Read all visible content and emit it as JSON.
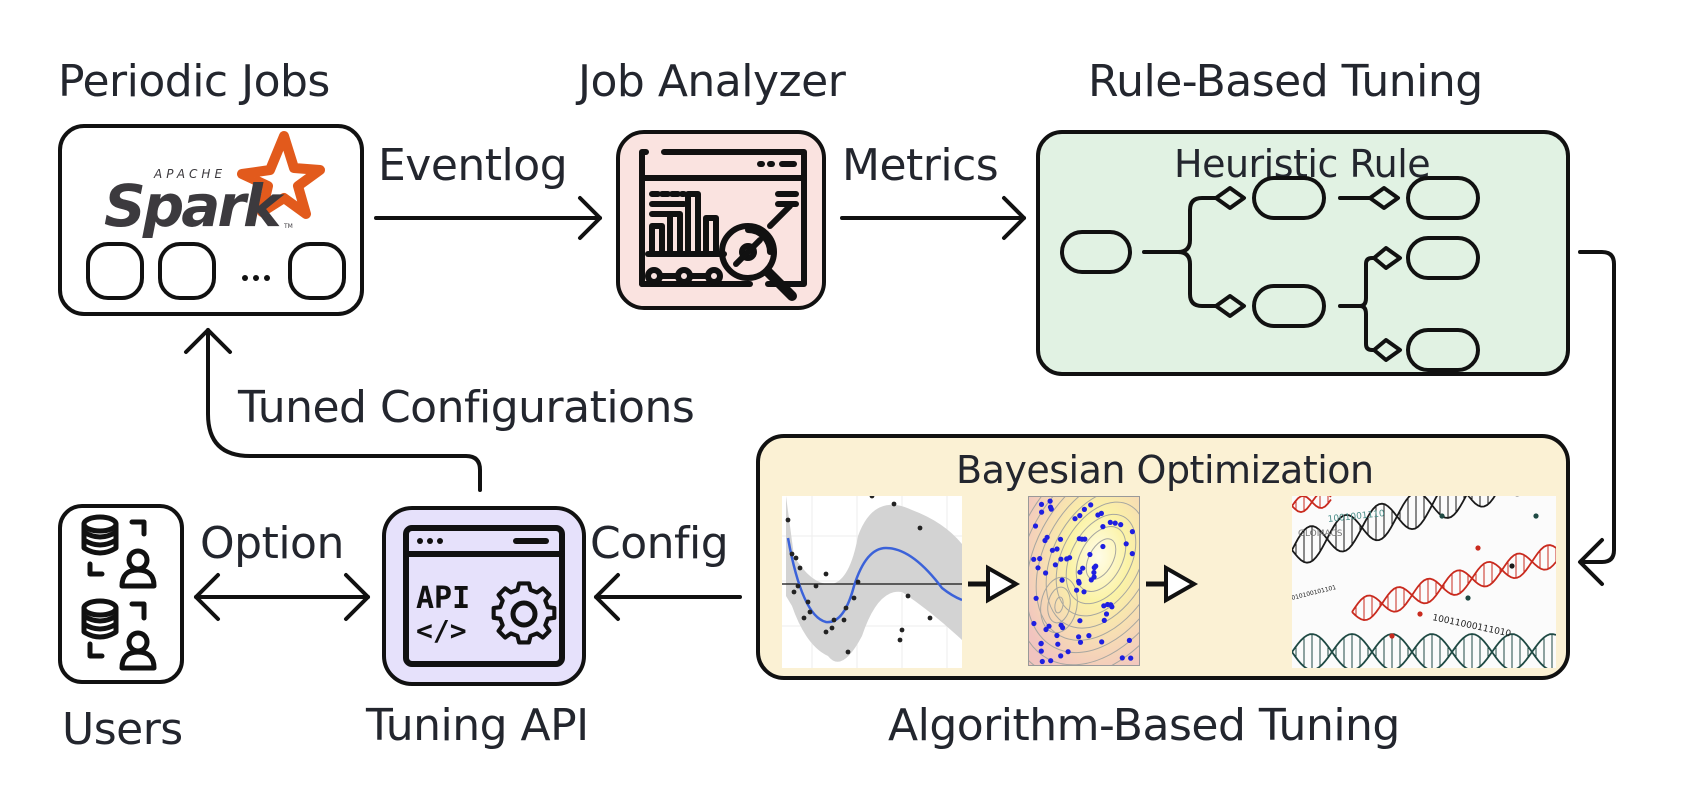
{
  "nodes": {
    "periodic_jobs": {
      "title": "Periodic Jobs",
      "logo_text": "Spark",
      "logo_sub": "APACHE",
      "logo_tm": "TM",
      "ellipsis": "..."
    },
    "job_analyzer": {
      "title": "Job Analyzer"
    },
    "rule_based": {
      "title": "Rule-Based Tuning",
      "inner_title": "Heuristic Rule"
    },
    "algorithm_based": {
      "title": "Algorithm-Based Tuning",
      "inner_title": "Bayesian Optimization",
      "panel_labels": {
        "dna_code_1": "1001001110",
        "dna_brand": "GLOMACS",
        "dna_code_2": "10011000111010",
        "dna_code_3": "010100101101"
      }
    },
    "tuning_api": {
      "title": "Tuning API",
      "icon_text": "API",
      "icon_code": "</>"
    },
    "users": {
      "title": "Users"
    }
  },
  "edges": {
    "eventlog": "Eventlog",
    "metrics": "Metrics",
    "tuned_configurations": "Tuned Configurations",
    "config": "Config",
    "option": "Option"
  },
  "colors": {
    "analyzer_fill": "#fae3e0",
    "rule_fill": "#e1f2e3",
    "algo_fill": "#fbf1d4",
    "api_fill": "#e6e1fb",
    "spark_orange": "#e25a1c",
    "spark_gray": "#3c3a3e",
    "curve_blue": "#3b62d9",
    "dot_blue": "#1f1fe0",
    "dna_red": "#c92a1e",
    "dna_green": "#1f4a44"
  }
}
